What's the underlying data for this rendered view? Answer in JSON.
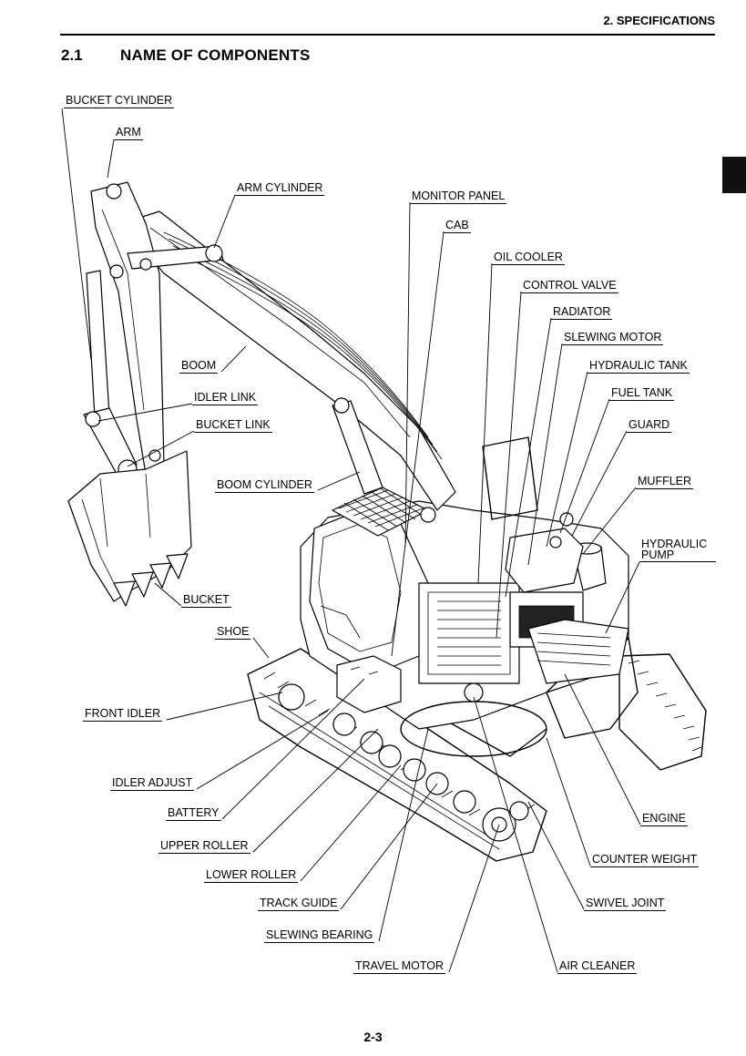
{
  "header": {
    "chapter": "2. SPECIFICATIONS"
  },
  "section": {
    "number": "2.1",
    "title": "NAME OF COMPONENTS"
  },
  "labels": {
    "bucket_cylinder": "BUCKET CYLINDER",
    "arm": "ARM",
    "arm_cylinder": "ARM CYLINDER",
    "monitor_panel": "MONITOR PANEL",
    "cab": "CAB",
    "oil_cooler": "OIL COOLER",
    "control_valve": "CONTROL VALVE",
    "radiator": "RADIATOR",
    "slewing_motor": "SLEWING MOTOR",
    "hydraulic_tank": "HYDRAULIC TANK",
    "fuel_tank": "FUEL TANK",
    "guard": "GUARD",
    "muffler": "MUFFLER",
    "hydraulic_pump": "HYDRAULIC PUMP",
    "boom": "BOOM",
    "idler_link": "IDLER LINK",
    "bucket_link": "BUCKET LINK",
    "boom_cylinder": "BOOM CYLINDER",
    "bucket": "BUCKET",
    "shoe": "SHOE",
    "front_idler": "FRONT IDLER",
    "idler_adjust": "IDLER ADJUST",
    "battery": "BATTERY",
    "upper_roller": "UPPER ROLLER",
    "lower_roller": "LOWER ROLLER",
    "track_guide": "TRACK GUIDE",
    "slewing_bearing": "SLEWING BEARING",
    "travel_motor": "TRAVEL MOTOR",
    "air_cleaner": "AIR CLEANER",
    "swivel_joint": "SWIVEL JOINT",
    "counter_weight": "COUNTER WEIGHT",
    "engine": "ENGINE"
  },
  "footer": {
    "page_number": "2-3"
  }
}
